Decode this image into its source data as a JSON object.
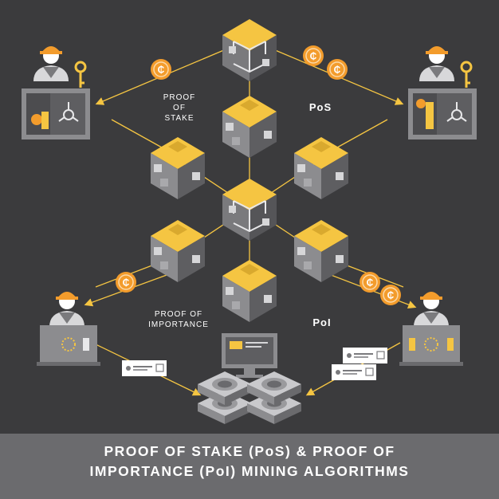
{
  "labels": {
    "proof_of_stake": "PROOF OF STAKE",
    "proof_of_importance": "PROOF OF IMPORTANCE",
    "pos": "PoS",
    "poi": "PoI"
  },
  "banner": {
    "line1": "PROOF OF STAKE (PoS) & PROOF OF",
    "line2": "IMPORTANCE (PoI) MINING ALGORITHMS"
  },
  "colors": {
    "background": "#3b3b3d",
    "block_gold": "#f5c542",
    "coin_orange": "#f39c2c",
    "banner": "#6b6b6e"
  },
  "icons": [
    "miner-icon",
    "key-icon",
    "safe-icon",
    "coin-icon",
    "laptop-icon",
    "monitor-icon",
    "server-icon",
    "message-icon",
    "blockchain-icon"
  ]
}
